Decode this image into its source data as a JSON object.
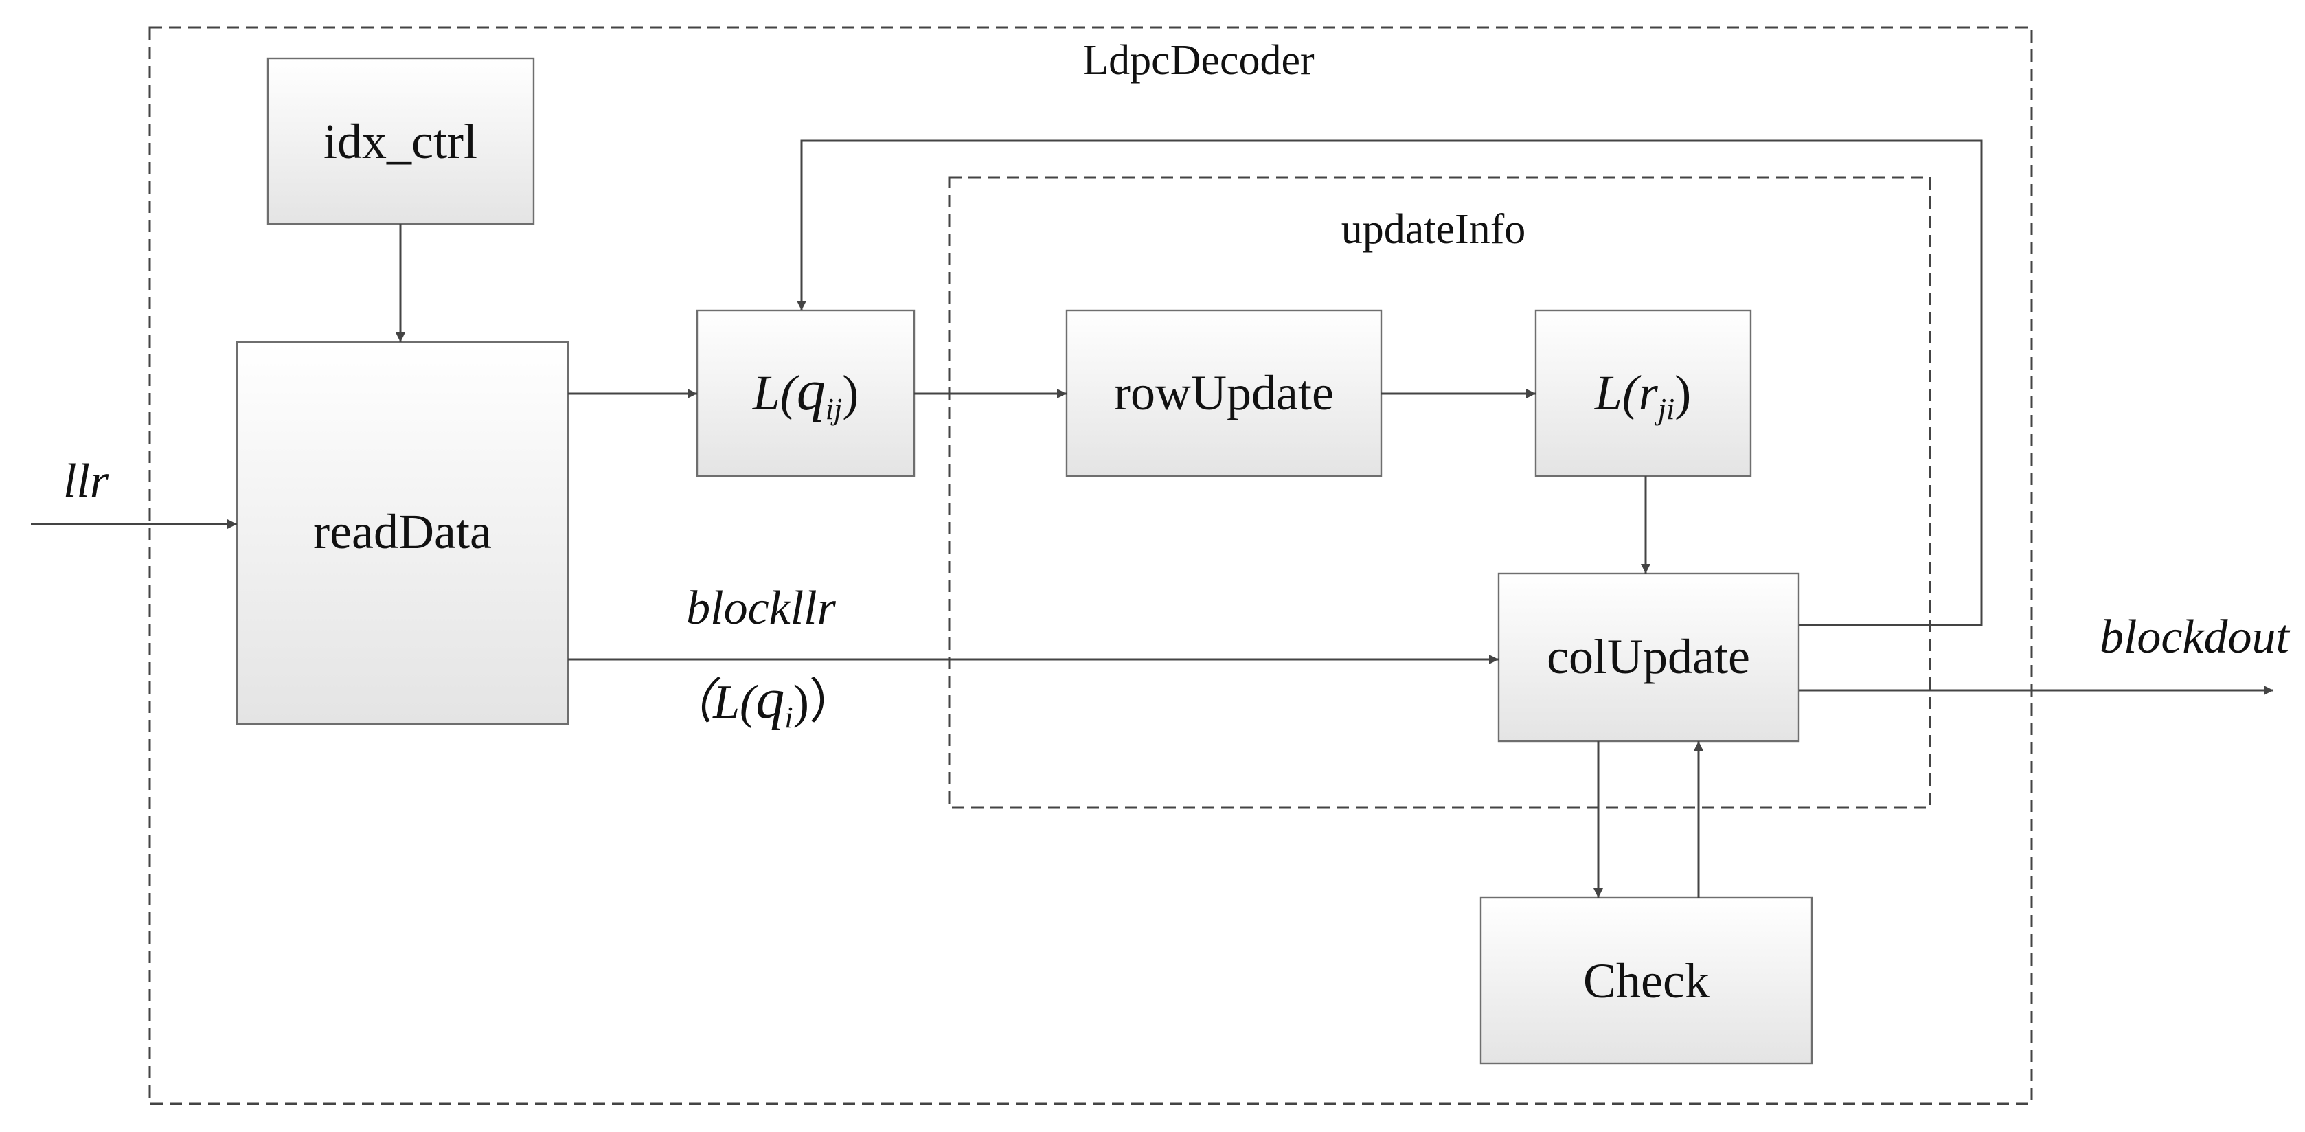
{
  "diagram": {
    "outer_frame": {
      "label": "LdpcDecoder"
    },
    "inner_frame": {
      "label": "updateInfo"
    },
    "blocks": {
      "idx_ctrl": "idx_ctrl",
      "readData": "readData",
      "lq": {
        "prefix": "L(",
        "var": "q",
        "sub": "ij",
        "suffix": ")"
      },
      "rowUpdate": "rowUpdate",
      "lr": {
        "prefix": "L(",
        "var": "r",
        "sub": "ji",
        "suffix": ")"
      },
      "colUpdate": "colUpdate",
      "check": "Check"
    },
    "signals": {
      "input": "llr",
      "output": "blockdout",
      "bypass": "blockllr",
      "bypass_sub": {
        "open": "（L(",
        "var": "q",
        "sub": "i",
        "close": ")）"
      }
    }
  }
}
